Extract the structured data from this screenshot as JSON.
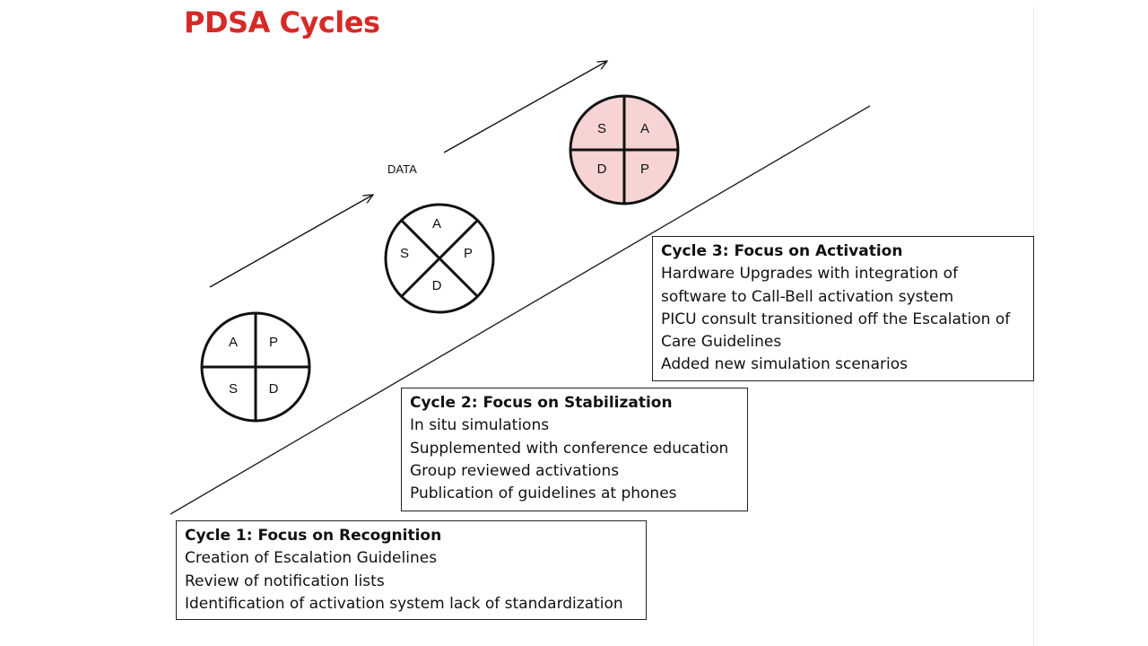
{
  "title": "PDSA Cycles",
  "colors": {
    "title": "#d52b27",
    "cycle3_fill": "#f8d3d3",
    "stroke": "#111111"
  },
  "data_label": "DATA",
  "wheels": {
    "cycle1": {
      "top_left": "A",
      "top_right": "P",
      "bottom_left": "S",
      "bottom_right": "D"
    },
    "cycle2": {
      "top": "A",
      "right": "P",
      "bottom": "D",
      "left": "S"
    },
    "cycle3": {
      "top_left": "S",
      "top_right": "A",
      "bottom_left": "D",
      "bottom_right": "P"
    }
  },
  "cycles": [
    {
      "heading": "Cycle 1: Focus on Recognition",
      "items": [
        "Creation of Escalation Guidelines",
        "Review of notification lists",
        "Identification of activation system lack of standardization"
      ]
    },
    {
      "heading": "Cycle 2: Focus on Stabilization",
      "items": [
        "In situ simulations",
        "Supplemented with conference education",
        "Group reviewed activations",
        "Publication of guidelines at phones"
      ]
    },
    {
      "heading": "Cycle 3: Focus on Activation",
      "items": [
        "Hardware Upgrades with integration of",
        "software to Call-Bell activation system",
        "PICU consult transitioned off the Escalation of",
        "Care Guidelines",
        "Added new simulation scenarios"
      ]
    }
  ]
}
